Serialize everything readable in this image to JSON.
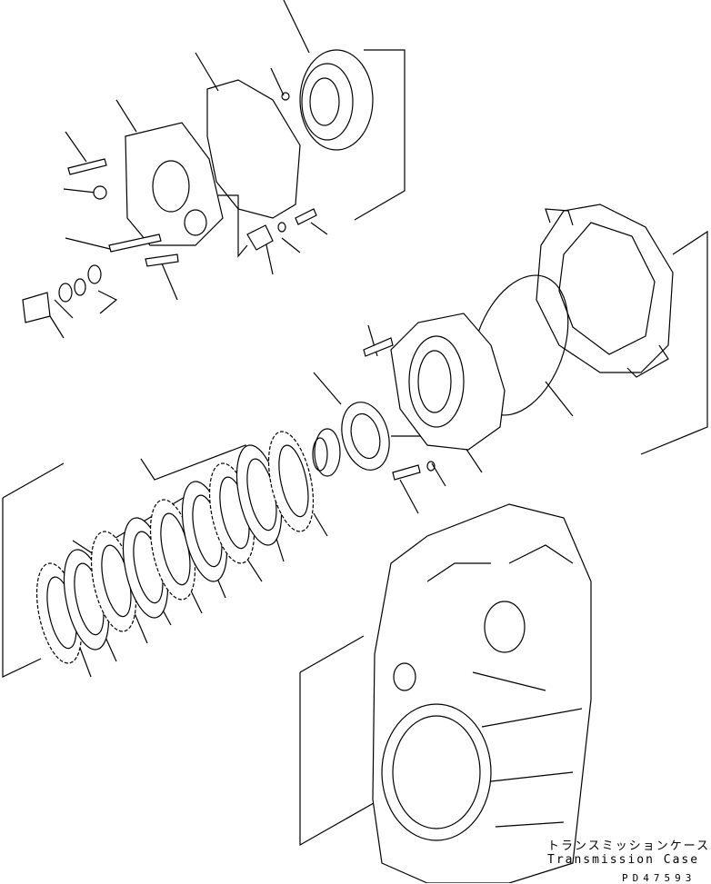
{
  "caption": {
    "japanese": "トランスミッションケース",
    "english": "Transmission Case"
  },
  "drawing_number": "PD47593"
}
